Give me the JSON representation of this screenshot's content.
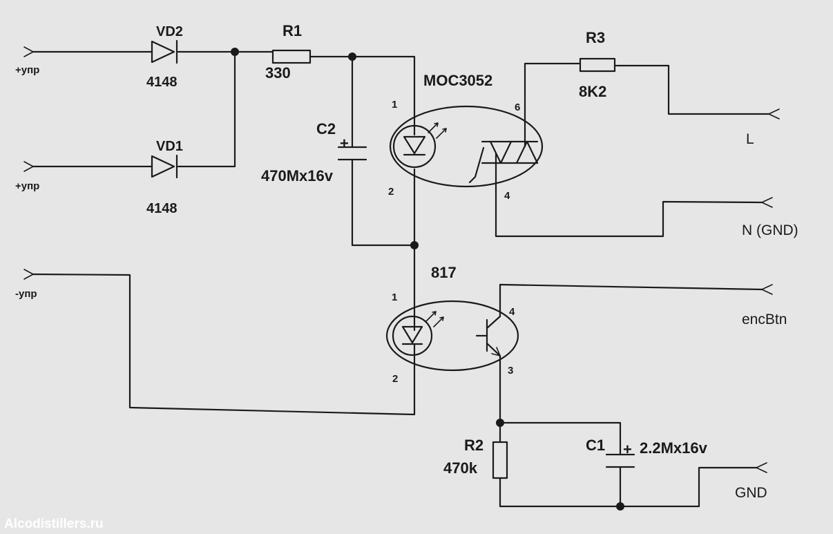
{
  "ports": {
    "in1": "+упр",
    "in2": "+упр",
    "in3": "-упр",
    "L": "L",
    "N": "N (GND)",
    "enc": "encBtn",
    "gnd": "GND"
  },
  "components": {
    "VD2": {
      "ref": "VD2",
      "value": "4148"
    },
    "VD1": {
      "ref": "VD1",
      "value": "4148"
    },
    "R1": {
      "ref": "R1",
      "value": "330"
    },
    "R2": {
      "ref": "R2",
      "value": "470k"
    },
    "R3": {
      "ref": "R3",
      "value": "8K2"
    },
    "C1": {
      "ref": "C1",
      "value": "2.2Mx16v"
    },
    "C2": {
      "ref": "C2",
      "value": "470Mx16v"
    },
    "U1": {
      "ref": "MOC3052"
    },
    "U2": {
      "ref": "817"
    }
  },
  "pins": {
    "moc_1": "1",
    "moc_2": "2",
    "moc_6": "6",
    "moc_4": "4",
    "pc_1": "1",
    "pc_2": "2",
    "pc_4": "4",
    "pc_3": "3"
  },
  "polarity": {
    "plus": "+"
  },
  "watermark": "Alcodistillers.ru"
}
